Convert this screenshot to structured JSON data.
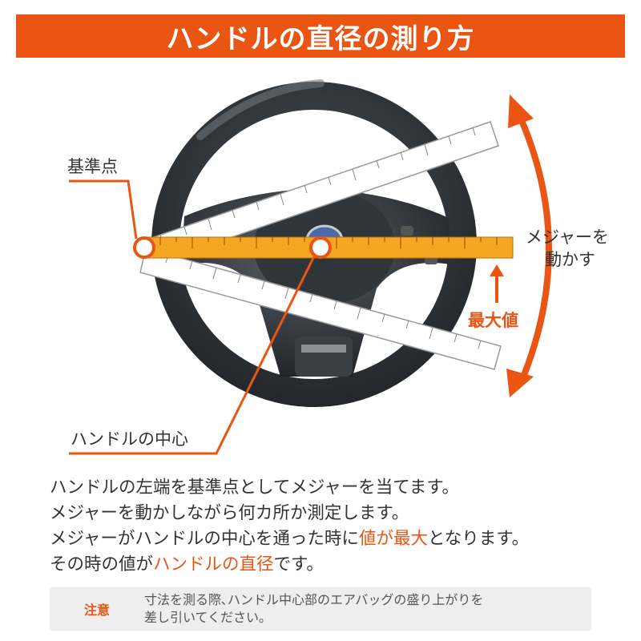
{
  "title": "ハンドルの直径の測り方",
  "labels": {
    "reference_point": "基準点",
    "move_measure_line1": "メジャーを",
    "move_measure_line2": "動かす",
    "max_value": "最大値",
    "center": "ハンドルの中心"
  },
  "instructions": {
    "line1": "ハンドルの左端を基準点としてメジャーを当てます。",
    "line2": "メジャーを動かしながら何カ所か測定します。",
    "line3_a": "メジャーがハンドルの中心を通った時に",
    "line3_b": "値が最大",
    "line3_c": "となります。",
    "line4_a": "その時の値が",
    "line4_b": "ハンドルの直径",
    "line4_c": "です。"
  },
  "note": {
    "label": "注意",
    "text_line1": "寸法を測る際､ハンドル中心部のエアバッグの盛り上がりを",
    "text_line2": "差し引いてください。"
  },
  "colors": {
    "accent": "#ea5514",
    "tape_highlight": "#f5a623",
    "tape": "#ffffff",
    "wheel": "#2f3338"
  },
  "icons": [
    "steering-wheel-illustration",
    "double-arrow-arc-icon",
    "up-arrow-icon"
  ]
}
